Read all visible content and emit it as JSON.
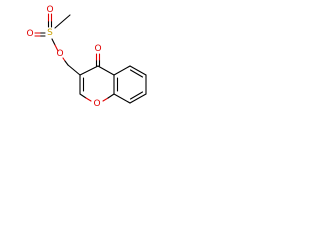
{
  "molecule": {
    "atoms": {
      "sulfur": {
        "label": "S",
        "color": "#c8a000"
      },
      "sulfonyl_oxygen_top": {
        "label": "O",
        "color": "#e00000"
      },
      "sulfonyl_oxygen_left": {
        "label": "O",
        "color": "#e00000"
      },
      "ester_oxygen": {
        "label": "O",
        "color": "#e00000"
      },
      "ring_oxygen": {
        "label": "O",
        "color": "#e00000"
      },
      "carbonyl_oxygen": {
        "label": "O",
        "color": "#e00000"
      }
    },
    "bond_color": "#000000"
  }
}
